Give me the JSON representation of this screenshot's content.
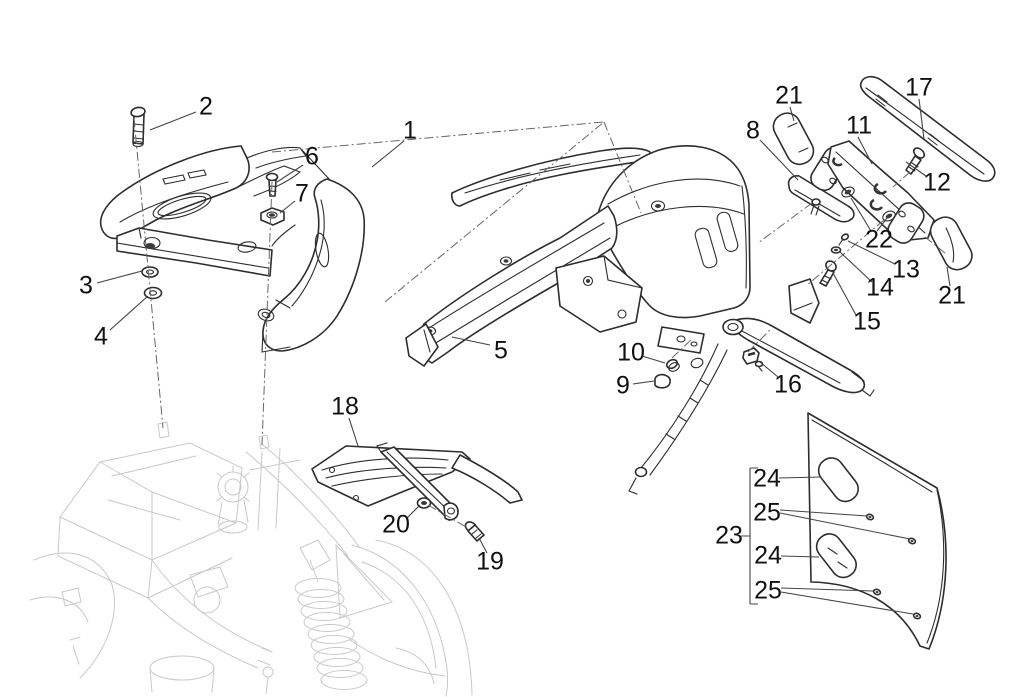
{
  "diagram": {
    "background": "#ffffff",
    "line_color": "#2d2d2d",
    "faint_line_color": "#c9c9c9",
    "callout_color": "#111111",
    "style": "exploded-parts-line-drawing"
  },
  "callouts": [
    {
      "label": "1"
    },
    {
      "label": "2"
    },
    {
      "label": "3"
    },
    {
      "label": "4"
    },
    {
      "label": "5"
    },
    {
      "label": "6"
    },
    {
      "label": "7"
    },
    {
      "label": "8"
    },
    {
      "label": "9"
    },
    {
      "label": "10"
    },
    {
      "label": "11"
    },
    {
      "label": "12"
    },
    {
      "label": "13"
    },
    {
      "label": "14"
    },
    {
      "label": "15"
    },
    {
      "label": "16"
    },
    {
      "label": "17"
    },
    {
      "label": "18"
    },
    {
      "label": "19"
    },
    {
      "label": "20"
    },
    {
      "label": "21"
    },
    {
      "label": "21"
    },
    {
      "label": "22"
    },
    {
      "label": "23"
    },
    {
      "label": "24"
    },
    {
      "label": "24"
    },
    {
      "label": "25"
    },
    {
      "label": "25"
    }
  ]
}
